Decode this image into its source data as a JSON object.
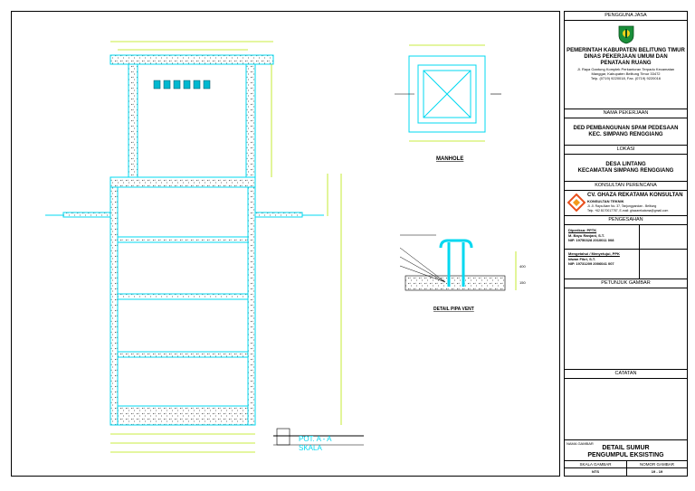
{
  "title_block": {
    "owner_header": "PENGGUNA JASA",
    "owner_name_1": "PEMERINTAH KABUPATEN BELITUNG TIMUR",
    "owner_name_2": "DINAS PEKERJAAN UMUM DAN",
    "owner_name_3": "PENATAAN RUANG",
    "owner_address_1": "Jl. Raya Gantung Komplek Perkantoran Terpadu Kecamatan",
    "owner_address_2": "Manggar, Kabupaten Belitung Timur 33472",
    "owner_address_3": "Telp. (0719) 9220018, Fax. (0719) 9220016",
    "project_header": "NAMA PEKERJAAN",
    "project_name_1": "DED PEMBANGUNAN SPAM PEDESAAN",
    "project_name_2": "KEC. SIMPANG RENGGIANG",
    "location_header": "LOKASI",
    "location_1": "DESA LINTANG",
    "location_2": "KECAMATAN SIMPANG RENGGIANG",
    "consultant_header": "KONSULTAN PERENCANA",
    "consultant_name": "CV. GHAZA REKATAMA KONSULTAN",
    "consultant_sub": "KONSULTAN TEKNIK",
    "consultant_address_1": "Jl. Jl. Raya Alam No. 37, Tanjungpandan - Belitung",
    "consultant_address_2": "Telp. +62 8170017787, E-mail: ghazarekatama@gmail.com",
    "approval_header": "PENGESAHAN",
    "checked_label": "Diperiksa: PPTK",
    "checked_name": "M. Bayu Ranjani, S.T.",
    "checked_nip": "NIP. 19750328 2010011 008",
    "approved_label": "Mengetahui / Menyetujui, PPK",
    "approved_name": "Idwan Fikri, S.T.",
    "approved_nip": "NIP. 19731209 2006041 007",
    "legend_header": "PETUNJUK GAMBAR",
    "notes_header": "CATATAN",
    "sheet_name_label": "NAMA GAMBAR",
    "sheet_title_1": "DETAIL SUMUR",
    "sheet_title_2": "PENGUMPUL EKSISTING",
    "scale_label": "SKALA GAMBAR",
    "scale_value": "NTS",
    "sheet_no_label": "NOMOR GAMBAR",
    "sheet_no_value": "19 - 19"
  },
  "drawing": {
    "section_title": "POT. A - A",
    "section_scale": "SKALA",
    "manhole_title": "MANHOLE",
    "vent_title": "DETAIL PIPA VENT",
    "vent_dim_top": "400",
    "vent_dim_bottom": "150"
  },
  "colors": {
    "line": "#00e5ff",
    "dim": "#c8ff00",
    "fill_concrete": "#888888"
  }
}
